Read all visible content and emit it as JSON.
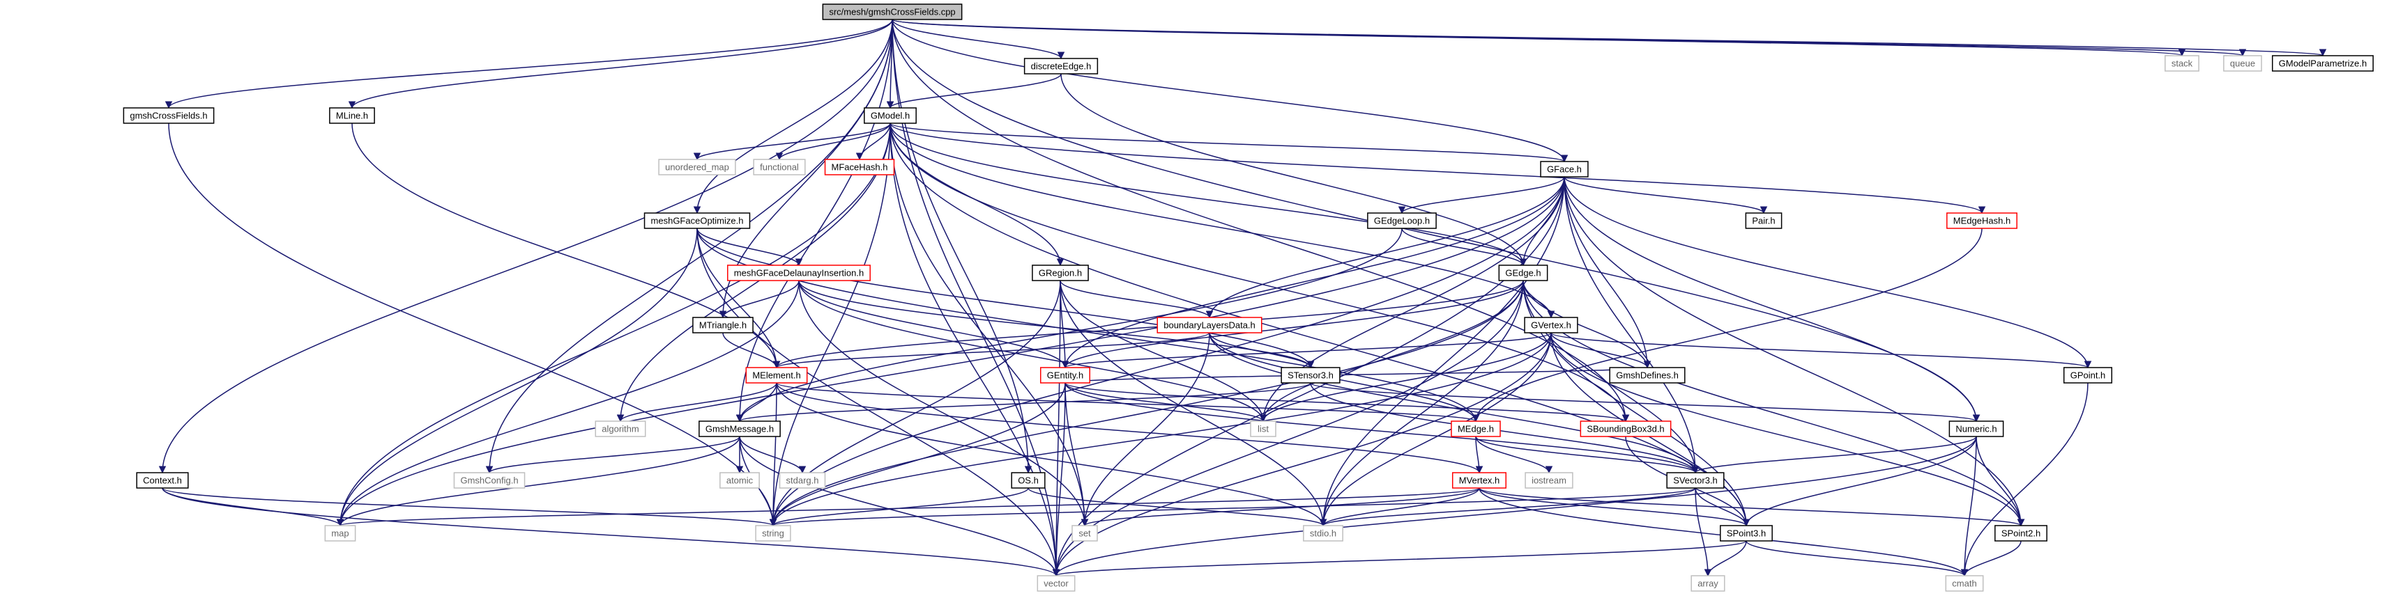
{
  "graph": {
    "colors": {
      "edge": "#191970",
      "box_normal": "#000000",
      "box_truncated": "#ff0000",
      "box_system": "#bfbfbf",
      "root_fill": "#bfbfbf",
      "text_normal": "#000000",
      "text_system": "#666666"
    },
    "nodes": [
      {
        "id": "root",
        "label": "src/mesh/gmshCrossFields.cpp",
        "kind": "root"
      },
      {
        "id": "discreteEdge",
        "label": "discreteEdge.h",
        "kind": "normal"
      },
      {
        "id": "stack",
        "label": "stack",
        "kind": "system"
      },
      {
        "id": "queue",
        "label": "queue",
        "kind": "system"
      },
      {
        "id": "GModelParametrize",
        "label": "GModelParametrize.h",
        "kind": "normal"
      },
      {
        "id": "gmshCrossFields",
        "label": "gmshCrossFields.h",
        "kind": "normal"
      },
      {
        "id": "MLine",
        "label": "MLine.h",
        "kind": "normal"
      },
      {
        "id": "GModel",
        "label": "GModel.h",
        "kind": "normal"
      },
      {
        "id": "unordered_map",
        "label": "unordered_map",
        "kind": "system"
      },
      {
        "id": "functional",
        "label": "functional",
        "kind": "system"
      },
      {
        "id": "MFaceHash",
        "label": "MFaceHash.h",
        "kind": "truncated"
      },
      {
        "id": "GFace",
        "label": "GFace.h",
        "kind": "normal"
      },
      {
        "id": "meshGFaceOptimize",
        "label": "meshGFaceOptimize.h",
        "kind": "normal"
      },
      {
        "id": "GEdgeLoop",
        "label": "GEdgeLoop.h",
        "kind": "normal"
      },
      {
        "id": "Pair",
        "label": "Pair.h",
        "kind": "normal"
      },
      {
        "id": "MEdgeHash",
        "label": "MEdgeHash.h",
        "kind": "truncated"
      },
      {
        "id": "meshGFaceDelaunayInsertion",
        "label": "meshGFaceDelaunayInsertion.h",
        "kind": "truncated"
      },
      {
        "id": "GRegion",
        "label": "GRegion.h",
        "kind": "normal"
      },
      {
        "id": "GEdge",
        "label": "GEdge.h",
        "kind": "normal"
      },
      {
        "id": "boundaryLayersData",
        "label": "boundaryLayersData.h",
        "kind": "truncated"
      },
      {
        "id": "GVertex",
        "label": "GVertex.h",
        "kind": "normal"
      },
      {
        "id": "MTriangle",
        "label": "MTriangle.h",
        "kind": "normal"
      },
      {
        "id": "GmshDefines",
        "label": "GmshDefines.h",
        "kind": "normal"
      },
      {
        "id": "GPoint",
        "label": "GPoint.h",
        "kind": "normal"
      },
      {
        "id": "MElement",
        "label": "MElement.h",
        "kind": "truncated"
      },
      {
        "id": "GEntity",
        "label": "GEntity.h",
        "kind": "truncated"
      },
      {
        "id": "STensor3",
        "label": "STensor3.h",
        "kind": "normal"
      },
      {
        "id": "algorithm",
        "label": "algorithm",
        "kind": "system"
      },
      {
        "id": "GmshMessage",
        "label": "GmshMessage.h",
        "kind": "normal"
      },
      {
        "id": "list",
        "label": "list",
        "kind": "system"
      },
      {
        "id": "MEdge",
        "label": "MEdge.h",
        "kind": "truncated"
      },
      {
        "id": "SBoundingBox3d",
        "label": "SBoundingBox3d.h",
        "kind": "truncated"
      },
      {
        "id": "Numeric",
        "label": "Numeric.h",
        "kind": "normal"
      },
      {
        "id": "Context",
        "label": "Context.h",
        "kind": "normal"
      },
      {
        "id": "GmshConfig",
        "label": "GmshConfig.h",
        "kind": "system"
      },
      {
        "id": "atomic",
        "label": "atomic",
        "kind": "system"
      },
      {
        "id": "stdarg",
        "label": "stdarg.h",
        "kind": "system"
      },
      {
        "id": "OS",
        "label": "OS.h",
        "kind": "normal"
      },
      {
        "id": "iostream",
        "label": "iostream",
        "kind": "system"
      },
      {
        "id": "MVertex",
        "label": "MVertex.h",
        "kind": "truncated"
      },
      {
        "id": "SVector3",
        "label": "SVector3.h",
        "kind": "normal"
      },
      {
        "id": "map",
        "label": "map",
        "kind": "system"
      },
      {
        "id": "string",
        "label": "string",
        "kind": "system"
      },
      {
        "id": "set",
        "label": "set",
        "kind": "system"
      },
      {
        "id": "stdio",
        "label": "stdio.h",
        "kind": "system"
      },
      {
        "id": "SPoint3",
        "label": "SPoint3.h",
        "kind": "normal"
      },
      {
        "id": "SPoint2",
        "label": "SPoint2.h",
        "kind": "normal"
      },
      {
        "id": "array",
        "label": "array",
        "kind": "system"
      },
      {
        "id": "vector",
        "label": "vector",
        "kind": "system"
      },
      {
        "id": "cmath",
        "label": "cmath",
        "kind": "system"
      }
    ],
    "edges": [
      [
        "root",
        "discreteEdge"
      ],
      [
        "root",
        "stack"
      ],
      [
        "root",
        "queue"
      ],
      [
        "root",
        "GModelParametrize"
      ],
      [
        "root",
        "gmshCrossFields"
      ],
      [
        "root",
        "MLine"
      ],
      [
        "root",
        "GModel"
      ],
      [
        "root",
        "GFace"
      ],
      [
        "root",
        "meshGFaceOptimize"
      ],
      [
        "root",
        "MTriangle"
      ],
      [
        "root",
        "GmshMessage"
      ],
      [
        "root",
        "GmshConfig"
      ],
      [
        "root",
        "Context"
      ],
      [
        "root",
        "OS"
      ],
      [
        "root",
        "Numeric"
      ],
      [
        "root",
        "SBoundingBox3d"
      ],
      [
        "root",
        "vector"
      ],
      [
        "discreteEdge",
        "GModel"
      ],
      [
        "discreteEdge",
        "GEdge"
      ],
      [
        "gmshCrossFields",
        "string"
      ],
      [
        "MLine",
        "MElement"
      ],
      [
        "GModel",
        "unordered_map"
      ],
      [
        "GModel",
        "functional"
      ],
      [
        "GModel",
        "MFaceHash"
      ],
      [
        "GModel",
        "GFace"
      ],
      [
        "GModel",
        "GRegion"
      ],
      [
        "GModel",
        "GEdge"
      ],
      [
        "GModel",
        "GVertex"
      ],
      [
        "GModel",
        "MEdgeHash"
      ],
      [
        "GModel",
        "SPoint3"
      ],
      [
        "GModel",
        "algorithm"
      ],
      [
        "GModel",
        "map"
      ],
      [
        "GModel",
        "set"
      ],
      [
        "GModel",
        "string"
      ],
      [
        "GModel",
        "vector"
      ],
      [
        "GModel",
        "SBoundingBox3d"
      ],
      [
        "GFace",
        "GEdgeLoop"
      ],
      [
        "GFace",
        "Pair"
      ],
      [
        "GFace",
        "GEdge"
      ],
      [
        "GFace",
        "GEntity"
      ],
      [
        "GFace",
        "GPoint"
      ],
      [
        "GFace",
        "SPoint2"
      ],
      [
        "GFace",
        "SVector3"
      ],
      [
        "GFace",
        "Numeric"
      ],
      [
        "GFace",
        "boundaryLayersData"
      ],
      [
        "GFace",
        "GmshDefines"
      ],
      [
        "GFace",
        "list"
      ],
      [
        "GFace",
        "string"
      ],
      [
        "GFace",
        "vector"
      ],
      [
        "GFace",
        "map"
      ],
      [
        "GFace",
        "stdio"
      ],
      [
        "meshGFaceOptimize",
        "meshGFaceDelaunayInsertion"
      ],
      [
        "meshGFaceOptimize",
        "MElement"
      ],
      [
        "meshGFaceOptimize",
        "MEdge"
      ],
      [
        "meshGFaceOptimize",
        "STensor3"
      ],
      [
        "meshGFaceOptimize",
        "map"
      ],
      [
        "meshGFaceOptimize",
        "vector"
      ],
      [
        "GEdgeLoop",
        "GEdge"
      ],
      [
        "GEdgeLoop",
        "GmshMessage"
      ],
      [
        "MEdgeHash",
        "MEdge"
      ],
      [
        "meshGFaceDelaunayInsertion",
        "MTriangle"
      ],
      [
        "meshGFaceDelaunayInsertion",
        "STensor3"
      ],
      [
        "meshGFaceDelaunayInsertion",
        "GEntity"
      ],
      [
        "meshGFaceDelaunayInsertion",
        "list"
      ],
      [
        "meshGFaceDelaunayInsertion",
        "set"
      ],
      [
        "meshGFaceDelaunayInsertion",
        "map"
      ],
      [
        "GRegion",
        "GEntity"
      ],
      [
        "GRegion",
        "boundaryLayersData"
      ],
      [
        "GRegion",
        "list"
      ],
      [
        "GRegion",
        "stdio"
      ],
      [
        "GRegion",
        "string"
      ],
      [
        "GRegion",
        "vector"
      ],
      [
        "GEdge",
        "GEntity"
      ],
      [
        "GEdge",
        "GVertex"
      ],
      [
        "GEdge",
        "SVector3"
      ],
      [
        "GEdge",
        "SPoint3"
      ],
      [
        "GEdge",
        "SPoint2"
      ],
      [
        "GEdge",
        "GmshDefines"
      ],
      [
        "GEdge",
        "list"
      ],
      [
        "GEdge",
        "string"
      ],
      [
        "GEdge",
        "vector"
      ],
      [
        "GEdge",
        "stdio"
      ],
      [
        "GEdge",
        "MElement"
      ],
      [
        "boundaryLayersData",
        "STensor3"
      ],
      [
        "boundaryLayersData",
        "MEdge"
      ],
      [
        "boundaryLayersData",
        "MElement"
      ],
      [
        "boundaryLayersData",
        "SVector3"
      ],
      [
        "boundaryLayersData",
        "set"
      ],
      [
        "GVertex",
        "GEntity"
      ],
      [
        "GVertex",
        "GPoint"
      ],
      [
        "GVertex",
        "SPoint2"
      ],
      [
        "GVertex",
        "SPoint3"
      ],
      [
        "GVertex",
        "GmshDefines"
      ],
      [
        "GVertex",
        "list"
      ],
      [
        "GVertex",
        "string"
      ],
      [
        "GVertex",
        "vector"
      ],
      [
        "GVertex",
        "stdio"
      ],
      [
        "MTriangle",
        "MElement"
      ],
      [
        "GPoint",
        "cmath"
      ],
      [
        "MElement",
        "algorithm"
      ],
      [
        "MElement",
        "string"
      ],
      [
        "MElement",
        "GmshMessage"
      ],
      [
        "MElement",
        "MEdge"
      ],
      [
        "MElement",
        "MVertex"
      ],
      [
        "MElement",
        "stdio"
      ],
      [
        "GEntity",
        "list"
      ],
      [
        "GEntity",
        "string"
      ],
      [
        "GEntity",
        "vector"
      ],
      [
        "GEntity",
        "set"
      ],
      [
        "GEntity",
        "SVector3"
      ],
      [
        "GEntity",
        "SBoundingBox3d"
      ],
      [
        "GEntity",
        "GmshDefines"
      ],
      [
        "STensor3",
        "SVector3"
      ],
      [
        "STensor3",
        "Numeric"
      ],
      [
        "STensor3",
        "GmshMessage"
      ],
      [
        "GmshMessage",
        "GmshConfig"
      ],
      [
        "GmshMessage",
        "atomic"
      ],
      [
        "GmshMessage",
        "stdarg"
      ],
      [
        "GmshMessage",
        "string"
      ],
      [
        "GmshMessage",
        "vector"
      ],
      [
        "GmshMessage",
        "map"
      ],
      [
        "MEdge",
        "MVertex"
      ],
      [
        "MEdge",
        "SVector3"
      ],
      [
        "MEdge",
        "iostream"
      ],
      [
        "SBoundingBox3d",
        "SPoint3"
      ],
      [
        "SBoundingBox3d",
        "float.h"
      ],
      [
        "Numeric",
        "SPoint2"
      ],
      [
        "Numeric",
        "SPoint3"
      ],
      [
        "Numeric",
        "SVector3"
      ],
      [
        "Numeric",
        "vector"
      ],
      [
        "Numeric",
        "cmath"
      ],
      [
        "Context",
        "map"
      ],
      [
        "Context",
        "string"
      ],
      [
        "Context",
        "vector"
      ],
      [
        "OS",
        "string"
      ],
      [
        "OS",
        "stdio"
      ],
      [
        "MVertex",
        "SPoint2"
      ],
      [
        "MVertex",
        "SPoint3"
      ],
      [
        "MVertex",
        "cmath"
      ],
      [
        "MVertex",
        "set"
      ],
      [
        "MVertex",
        "map"
      ],
      [
        "MVertex",
        "stdio"
      ],
      [
        "SVector3",
        "SPoint3"
      ],
      [
        "SVector3",
        "string"
      ],
      [
        "SVector3",
        "stdio"
      ],
      [
        "SVector3",
        "array"
      ],
      [
        "SPoint3",
        "cmath"
      ],
      [
        "SPoint3",
        "array"
      ],
      [
        "SPoint3",
        "vector"
      ],
      [
        "SPoint2",
        "cmath"
      ]
    ]
  }
}
